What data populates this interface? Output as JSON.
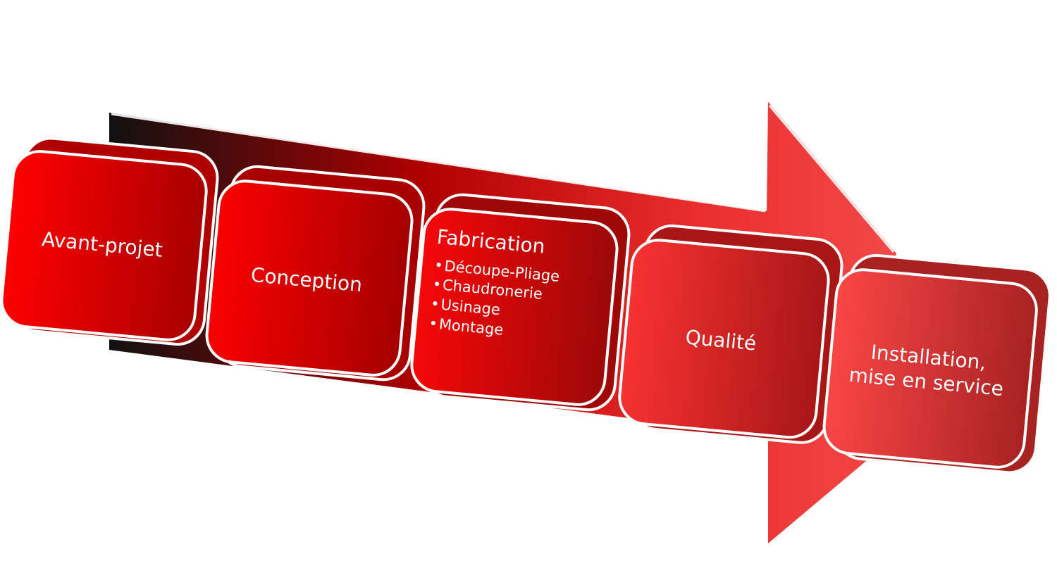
{
  "process": {
    "steps": [
      {
        "label": "Avant-projet"
      },
      {
        "label": "Conception"
      },
      {
        "label": "Fabrication",
        "items": [
          "Découpe-Pliage",
          "Chaudronerie",
          "Usinage",
          "Montage"
        ]
      },
      {
        "label": "Qualité"
      },
      {
        "label": "Installation,",
        "label_line2": "mise en service"
      }
    ]
  },
  "colors": {
    "box_start": "#ff0000",
    "box_end": "#a50000",
    "arrow_light": "#f24848",
    "arrow_dark": "#111111",
    "border": "#ffffff"
  }
}
